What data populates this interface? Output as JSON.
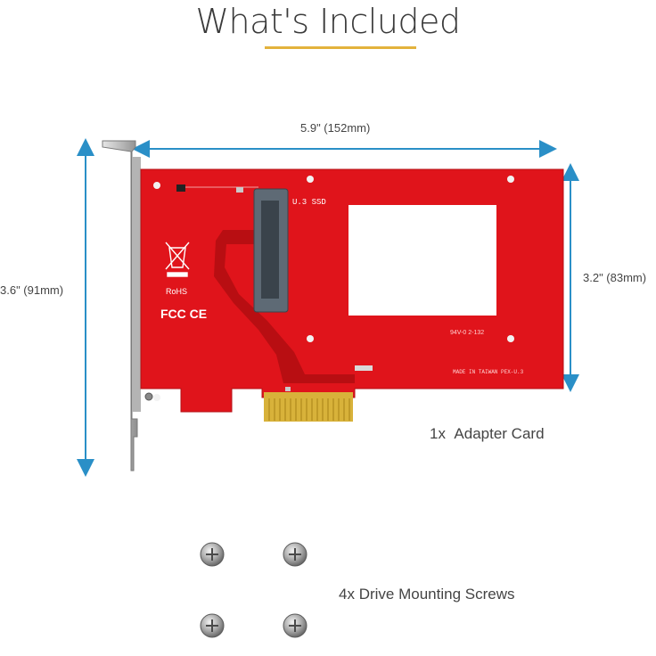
{
  "title": "What's Included",
  "colors": {
    "accent_rule": "#e3b23c",
    "dimension_arrow": "#2a8fc7",
    "pcb_red": "#e0141b",
    "gold_fingers": "#d8b23a",
    "bracket_silver": "#c8c8c8"
  },
  "dimensions": {
    "width_label": "5.9\" (152mm)",
    "height_left_label": "3.6\" (91mm)",
    "height_right_label": "3.2\" (83mm)"
  },
  "board": {
    "connector_label": "U.3 SSD",
    "rohs": "RoHS",
    "fcc_ce": "FCC CE",
    "model_text": "MADE IN TAIWAN PEX-U.3",
    "cert_text": "94V-0 2-132"
  },
  "items": [
    {
      "quantity": "1x",
      "name": "Adapter Card"
    },
    {
      "quantity": "4x",
      "name": "Drive Mounting Screws"
    }
  ],
  "icons": [
    "screw-icon",
    "weee-bin-icon",
    "fcc-logo-icon",
    "ce-mark-icon"
  ]
}
